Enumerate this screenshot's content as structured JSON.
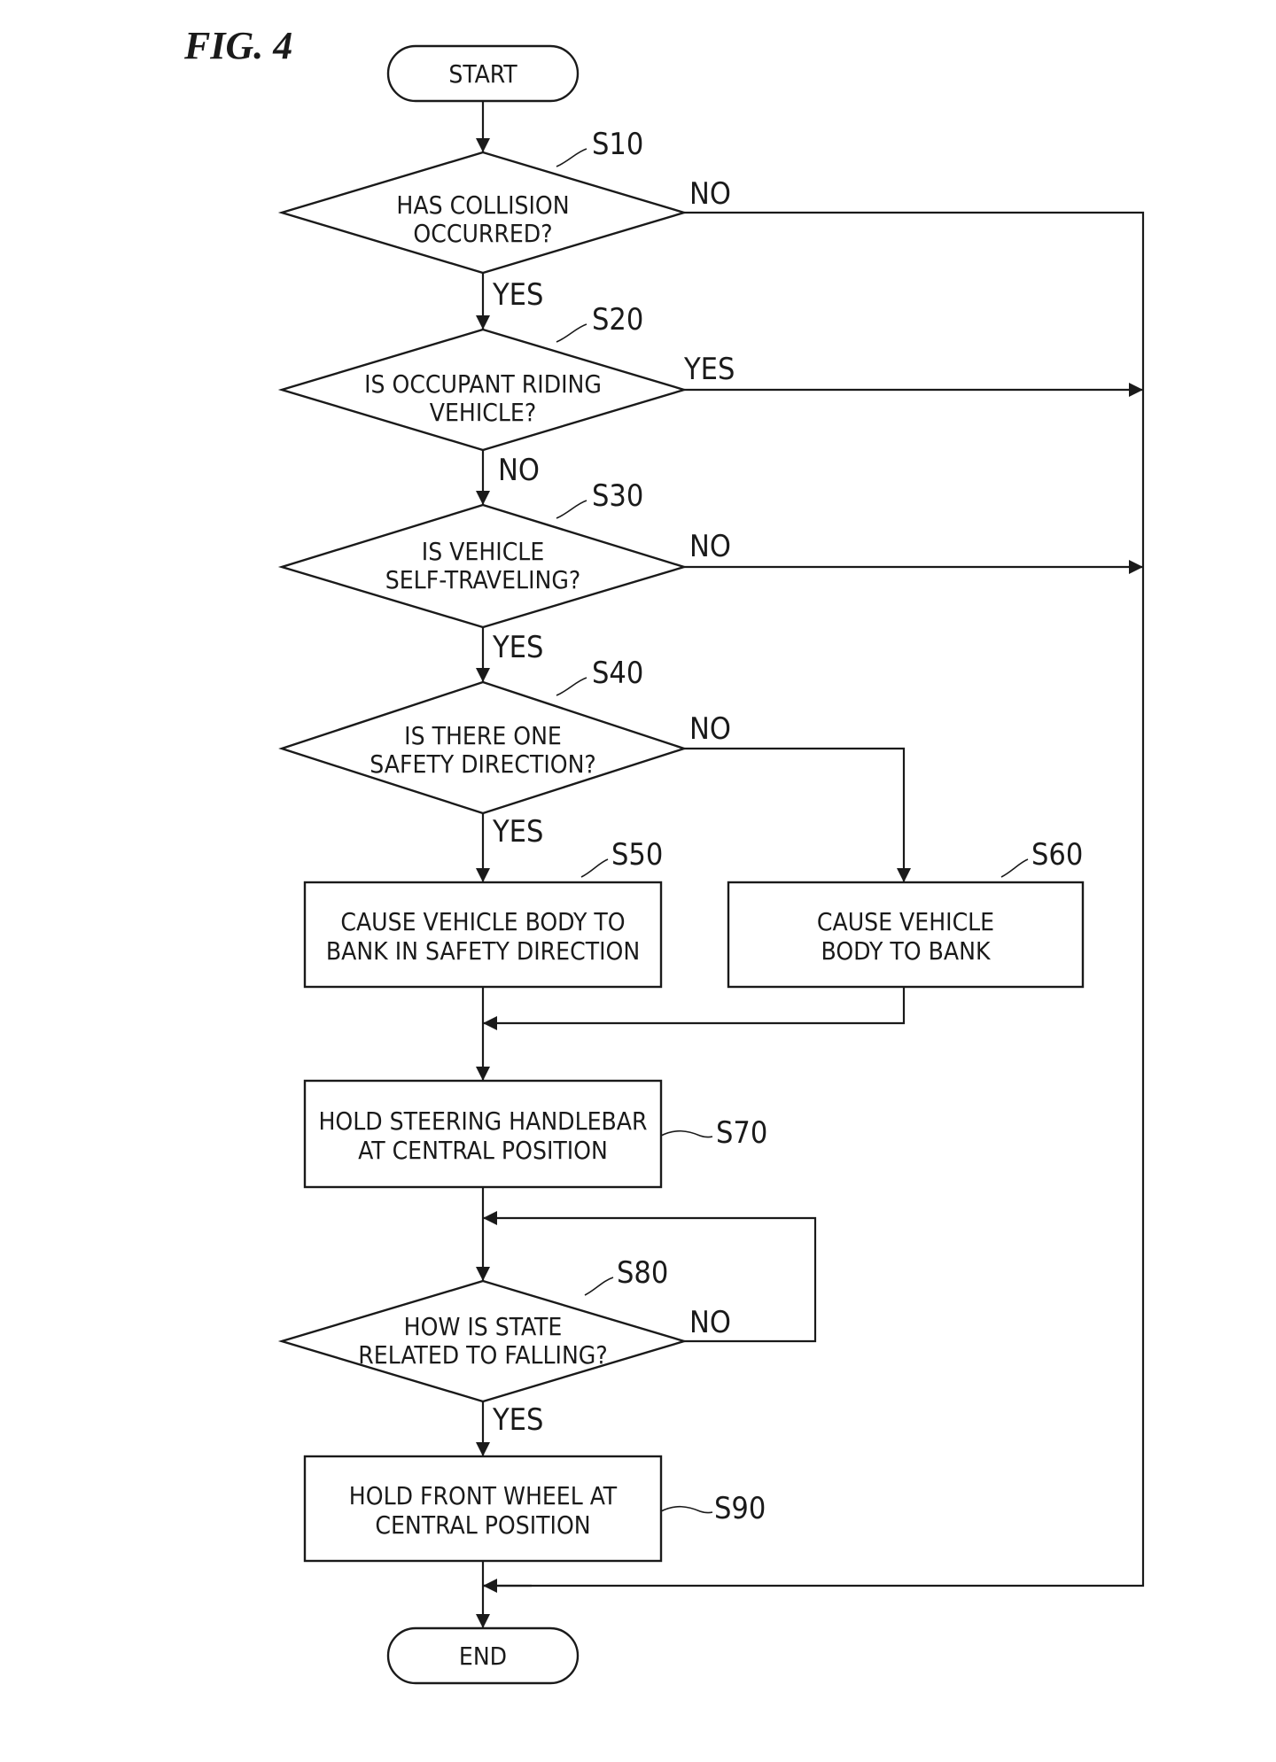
{
  "figure": {
    "title": "FIG. 4",
    "nodes": {
      "start": {
        "lines": [
          "START"
        ]
      },
      "s10": {
        "label": "S10",
        "lines": [
          "HAS COLLISION",
          "OCCURRED?"
        ]
      },
      "s20": {
        "label": "S20",
        "lines": [
          "IS OCCUPANT RIDING",
          "VEHICLE?"
        ]
      },
      "s30": {
        "label": "S30",
        "lines": [
          "IS VEHICLE",
          "SELF-TRAVELING?"
        ]
      },
      "s40": {
        "label": "S40",
        "lines": [
          "IS THERE ONE",
          "SAFETY DIRECTION?"
        ]
      },
      "s50": {
        "label": "S50",
        "lines": [
          "CAUSE VEHICLE BODY TO",
          "BANK IN SAFETY DIRECTION"
        ]
      },
      "s60": {
        "label": "S60",
        "lines": [
          "CAUSE VEHICLE",
          "BODY TO BANK"
        ]
      },
      "s70": {
        "label": "S70",
        "lines": [
          "HOLD STEERING HANDLEBAR",
          "AT CENTRAL POSITION"
        ]
      },
      "s80": {
        "label": "S80",
        "lines": [
          "HOW IS STATE",
          "RELATED TO FALLING?"
        ]
      },
      "s90": {
        "label": "S90",
        "lines": [
          "HOLD FRONT WHEEL AT",
          "CENTRAL POSITION"
        ]
      },
      "end": {
        "lines": [
          "END"
        ]
      }
    },
    "branches": {
      "s10_no": "NO",
      "s10_yes": "YES",
      "s20_yes": "YES",
      "s20_no": "NO",
      "s30_no": "NO",
      "s30_yes": "YES",
      "s40_no": "NO",
      "s40_yes": "YES",
      "s80_no": "NO",
      "s80_yes": "YES"
    }
  }
}
